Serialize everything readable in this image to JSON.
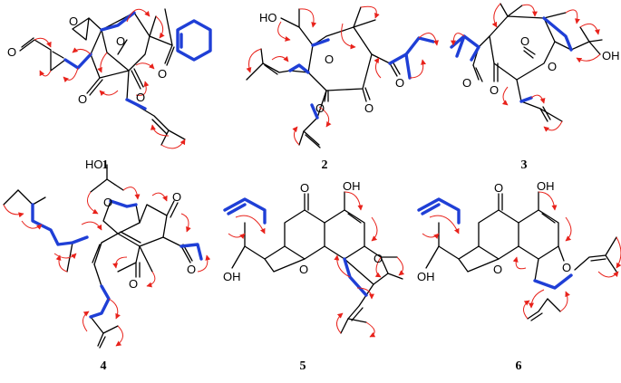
{
  "compounds": [
    {
      "label": "1",
      "atoms": [
        {
          "id": "o1",
          "text": "O"
        },
        {
          "id": "o2",
          "text": "O"
        },
        {
          "id": "o3",
          "text": "O"
        },
        {
          "id": "o4",
          "text": "O"
        },
        {
          "id": "o5",
          "text": "O"
        },
        {
          "id": "o6",
          "text": "O"
        }
      ]
    },
    {
      "label": "2",
      "atoms": [
        {
          "id": "oh",
          "text": "HO"
        },
        {
          "id": "o1",
          "text": "O"
        },
        {
          "id": "o2",
          "text": "O"
        },
        {
          "id": "o3",
          "text": "O"
        },
        {
          "id": "o4",
          "text": "O"
        }
      ]
    },
    {
      "label": "3",
      "atoms": [
        {
          "id": "o1",
          "text": "O"
        },
        {
          "id": "o2",
          "text": "O"
        },
        {
          "id": "o3",
          "text": "O"
        },
        {
          "id": "o4",
          "text": "O"
        },
        {
          "id": "oh",
          "text": "OH"
        }
      ]
    },
    {
      "label": "4",
      "atoms": [
        {
          "id": "oh",
          "text": "HO"
        },
        {
          "id": "o1",
          "text": "O"
        },
        {
          "id": "o2",
          "text": "O"
        },
        {
          "id": "o3",
          "text": "O"
        },
        {
          "id": "o4",
          "text": "O"
        }
      ]
    },
    {
      "label": "5",
      "atoms": [
        {
          "id": "o1",
          "text": "O"
        },
        {
          "id": "oh1",
          "text": "OH"
        },
        {
          "id": "o2",
          "text": "O"
        },
        {
          "id": "o3",
          "text": "O"
        },
        {
          "id": "oh2",
          "text": "OH"
        }
      ]
    },
    {
      "label": "6",
      "atoms": [
        {
          "id": "o1",
          "text": "O"
        },
        {
          "id": "oh1",
          "text": "OH"
        },
        {
          "id": "o2",
          "text": "O"
        },
        {
          "id": "o3",
          "text": "O"
        },
        {
          "id": "oh2",
          "text": "OH"
        }
      ]
    }
  ],
  "colors": {
    "bond": "#000000",
    "cosy_highlight": "#1f3fd6",
    "hmbc_arrow": "#e8221b"
  }
}
